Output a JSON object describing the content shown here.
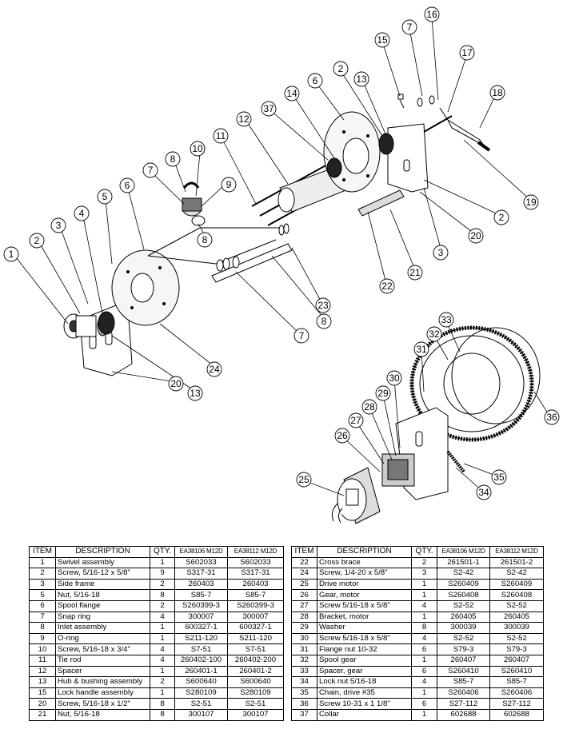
{
  "callouts_upper": [
    "1",
    "2",
    "3",
    "4",
    "5",
    "6",
    "7",
    "8",
    "10",
    "9",
    "8",
    "7",
    "8",
    "24",
    "13",
    "20",
    "11",
    "12",
    "37",
    "14",
    "6",
    "2",
    "13",
    "15",
    "7",
    "16",
    "17",
    "18",
    "19",
    "2",
    "20",
    "3",
    "21",
    "22",
    "23"
  ],
  "callouts_lower": [
    "33",
    "32",
    "31",
    "36",
    "30",
    "29",
    "28",
    "27",
    "26",
    "25",
    "35",
    "34"
  ],
  "table_headers": {
    "item": "ITEM",
    "description": "DESCRIPTION",
    "qty": "QTY.",
    "model_a": "EA38106 M12D",
    "model_b": "EA38112 M12D"
  },
  "parts_left": [
    {
      "item": "1",
      "description": "Swivel assembly",
      "qty": "1",
      "a": "S602033",
      "b": "S602033"
    },
    {
      "item": "2",
      "description": "Screw, 5/16-12 x 5/8\"",
      "qty": "9",
      "a": "S317-31",
      "b": "S317-31"
    },
    {
      "item": "3",
      "description": "Side frame",
      "qty": "2",
      "a": "260403",
      "b": "260403"
    },
    {
      "item": "5",
      "description": "Nut, 5/16-18",
      "qty": "8",
      "a": "S85-7",
      "b": "S85-7"
    },
    {
      "item": "6",
      "description": "Spool flange",
      "qty": "2",
      "a": "S260399-3",
      "b": "S260399-3"
    },
    {
      "item": "7",
      "description": "Snap ring",
      "qty": "4",
      "a": "300007",
      "b": "300007"
    },
    {
      "item": "8",
      "description": "Inlet assembly",
      "qty": "1",
      "a": "600327-1",
      "b": "600327-1"
    },
    {
      "item": "9",
      "description": "O-ring",
      "qty": "1",
      "a": "S211-120",
      "b": "S211-120"
    },
    {
      "item": "10",
      "description": "Screw, 5/16-18 x 3/4\"",
      "qty": "4",
      "a": "S7-51",
      "b": "S7-51"
    },
    {
      "item": "11",
      "description": "Tie rod",
      "qty": "4",
      "a": "260402-100",
      "b": "260402-200"
    },
    {
      "item": "12",
      "description": "Spacer",
      "qty": "1",
      "a": "260401-1",
      "b": "260401-2"
    },
    {
      "item": "13",
      "description": "Hub & bushing assembly",
      "qty": "2",
      "a": "S600640",
      "b": "S600640"
    },
    {
      "item": "15",
      "description": "Lock handle assembly",
      "qty": "1",
      "a": "S280109",
      "b": "S280109"
    },
    {
      "item": "20",
      "description": "Screw, 5/16-18 x 1/2\"",
      "qty": "8",
      "a": "S2-51",
      "b": "S2-51"
    },
    {
      "item": "21",
      "description": "Nut, 5/16-18",
      "qty": "8",
      "a": "300107",
      "b": "300107"
    }
  ],
  "parts_right": [
    {
      "item": "22",
      "description": "Cross brace",
      "qty": "2",
      "a": "261501-1",
      "b": "261501-2"
    },
    {
      "item": "24",
      "description": "Screw, 1/4-20 x 5/8\"",
      "qty": "3",
      "a": "S2-42",
      "b": "S2-42"
    },
    {
      "item": "25",
      "description": "Drive motor",
      "qty": "1",
      "a": "S260409",
      "b": "S260409"
    },
    {
      "item": "26",
      "description": "Gear, motor",
      "qty": "1",
      "a": "S260408",
      "b": "S260408"
    },
    {
      "item": "27",
      "description": "Screw 5/16-18 x 5/8\"",
      "qty": "4",
      "a": "S2-52",
      "b": "S2-52"
    },
    {
      "item": "28",
      "description": "Bracket, motor",
      "qty": "1",
      "a": "260405",
      "b": "260405"
    },
    {
      "item": "29",
      "description": "Washer",
      "qty": "8",
      "a": "300039",
      "b": "300039"
    },
    {
      "item": "30",
      "description": "Screw 5/16-18 x 5/8\"",
      "qty": "4",
      "a": "S2-52",
      "b": "S2-52"
    },
    {
      "item": "31",
      "description": "Flange nut 10-32",
      "qty": "6",
      "a": "S79-3",
      "b": "S79-3"
    },
    {
      "item": "32",
      "description": "Spool gear",
      "qty": "1",
      "a": "260407",
      "b": "260407"
    },
    {
      "item": "33",
      "description": "Spacer, gear",
      "qty": "6",
      "a": "S260410",
      "b": "S260410"
    },
    {
      "item": "34",
      "description": "Lock nut 5/16-18",
      "qty": "4",
      "a": "S85-7",
      "b": "S85-7"
    },
    {
      "item": "35",
      "description": "Chain, drive #35",
      "qty": "1",
      "a": "S260406",
      "b": "S260406"
    },
    {
      "item": "36",
      "description": "Screw 10-31 x 1 1/8\"",
      "qty": "6",
      "a": "S27-112",
      "b": "S27-112"
    },
    {
      "item": "37",
      "description": "Collar",
      "qty": "1",
      "a": "602688",
      "b": "602688"
    }
  ]
}
